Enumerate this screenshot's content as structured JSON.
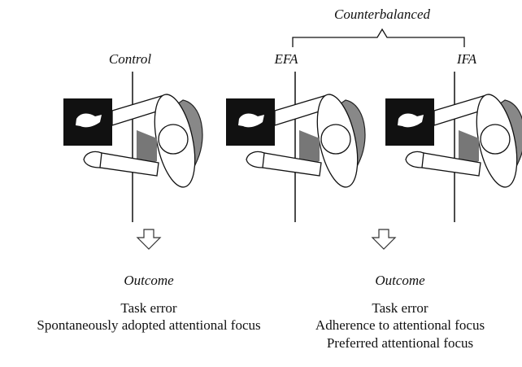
{
  "group_label": "Counterbalanced",
  "conditions": [
    {
      "label": "Control"
    },
    {
      "label": "EFA"
    },
    {
      "label": "IFA"
    }
  ],
  "outcomes": [
    {
      "heading": "Outcome",
      "lines": [
        "Task error",
        "Spontaneously adopted attentional focus"
      ]
    },
    {
      "heading": "Outcome",
      "lines": [
        "Task error",
        "Adherence to attentional focus",
        "Preferred attentional focus"
      ]
    }
  ],
  "icons": [
    "participant-reaching-figure",
    "down-arrow-icon"
  ]
}
